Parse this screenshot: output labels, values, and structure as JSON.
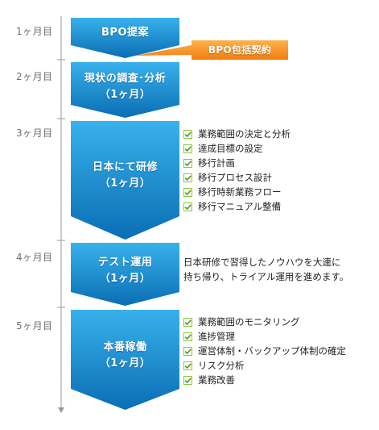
{
  "colors": {
    "step_top": "#38b1ec",
    "step_bottom": "#0a6eb4",
    "contract_top": "#ffb24a",
    "contract_bottom": "#f07d10",
    "check_fill": "#8cc63f",
    "timeline": "#9a9a9a"
  },
  "months": [
    "1ヶ月目",
    "2ヶ月目",
    "3ヶ月目",
    "4ヶ月目",
    "5ヶ月目"
  ],
  "steps": [
    {
      "title": "BPO提案",
      "duration": ""
    },
    {
      "title": "現状の調査･分析",
      "duration": "（1ヶ月）"
    },
    {
      "title": "日本にて研修",
      "duration": "（1ヶ月）"
    },
    {
      "title": "テスト運用",
      "duration": "（1ヶ月）"
    },
    {
      "title": "本番稼働",
      "duration": "（1ヶ月）"
    }
  ],
  "contract": {
    "label": "BPO包括契約"
  },
  "training_items": [
    "業務範囲の決定と分析",
    "達成目標の設定",
    "移行計画",
    "移行プロセス設計",
    "移行時新業務フロー",
    "移行マニュアル整備"
  ],
  "test_note": [
    "日本研修で習得したノウハウを大連に",
    "持ち帰り、トライアル運用を進めます。"
  ],
  "production_items": [
    "業務範囲のモニタリング",
    "進捗管理",
    "運営体制・バックアップ体制の確定",
    "リスク分析",
    "業務改善"
  ]
}
